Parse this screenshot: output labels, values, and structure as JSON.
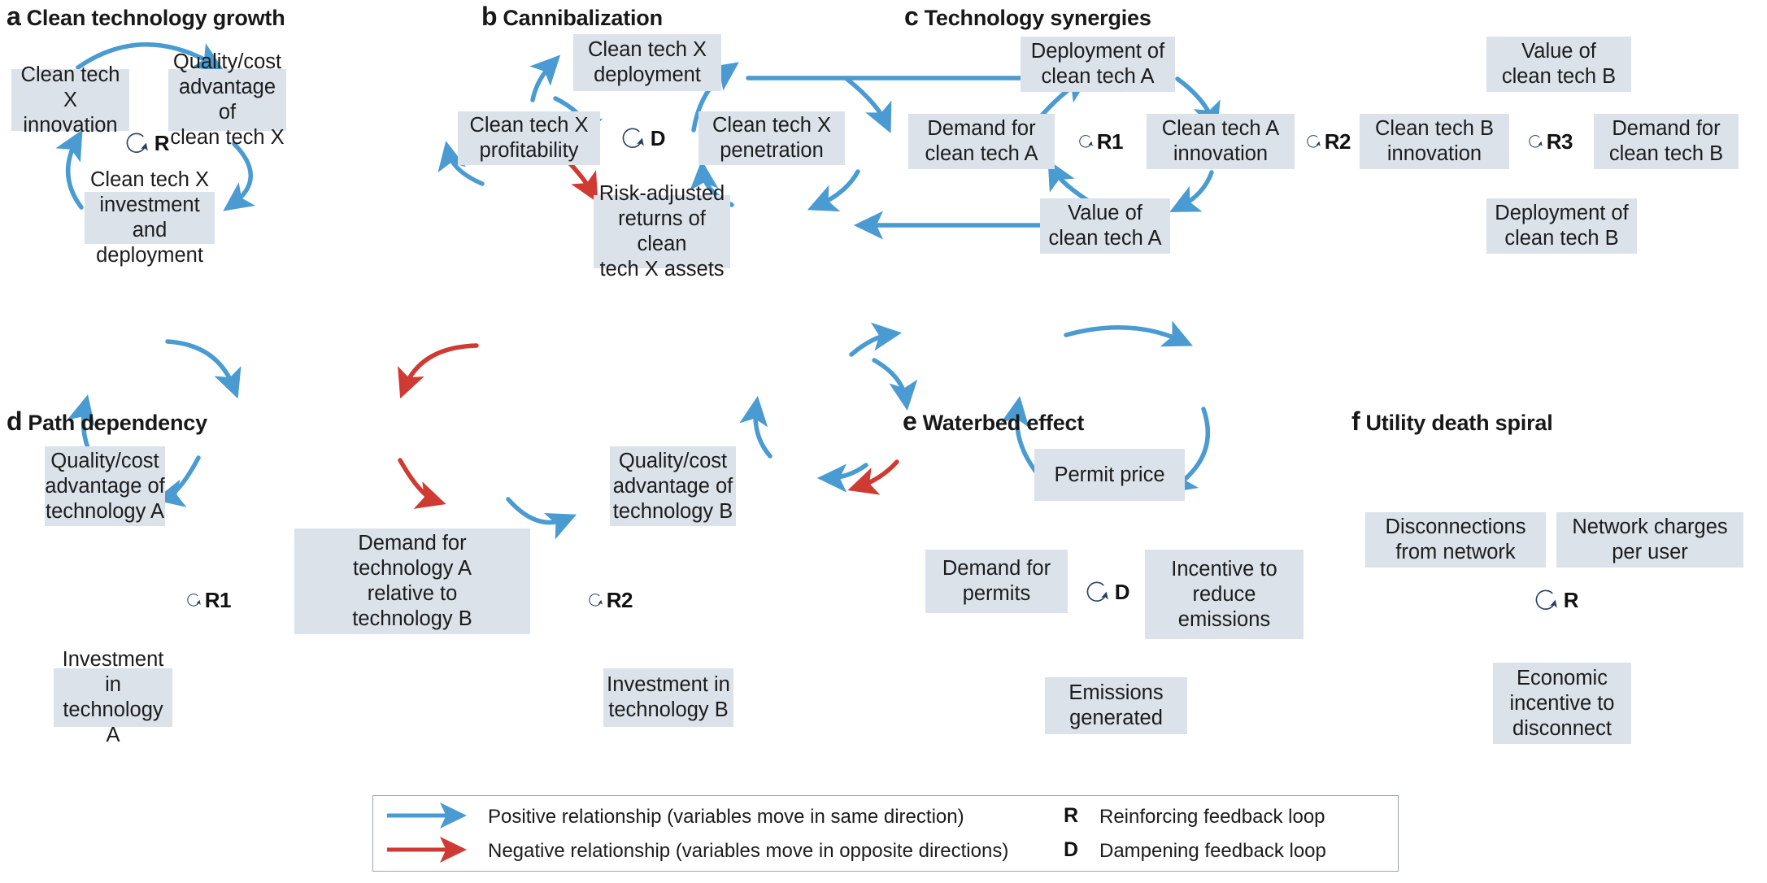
{
  "figure": {
    "panels": [
      {
        "letter": "a",
        "title": "Clean technology growth",
        "nodes": [
          {
            "id": "a1",
            "label": "Clean tech X\ninnovation"
          },
          {
            "id": "a2",
            "label": "Quality/cost\nadvantage of\nclean tech X"
          },
          {
            "id": "a3",
            "label": "Clean tech X\ninvestment and\ndeployment"
          }
        ],
        "loops": [
          {
            "id": "aR",
            "label": "R"
          }
        ],
        "links": [
          {
            "from": "a1",
            "to": "a2",
            "sign": "positive"
          },
          {
            "from": "a2",
            "to": "a3",
            "sign": "positive"
          },
          {
            "from": "a3",
            "to": "a1",
            "sign": "positive"
          }
        ]
      },
      {
        "letter": "b",
        "title": "Cannibalization",
        "nodes": [
          {
            "id": "b1",
            "label": "Clean tech X\ndeployment"
          },
          {
            "id": "b2",
            "label": "Clean tech X\npenetration"
          },
          {
            "id": "b3",
            "label": "Risk-adjusted\nreturns of clean\ntech X assets"
          },
          {
            "id": "b4",
            "label": "Clean tech X\nprofitability"
          }
        ],
        "loops": [
          {
            "id": "bD",
            "label": "D"
          }
        ],
        "links": [
          {
            "from": "b1",
            "to": "b2",
            "sign": "positive"
          },
          {
            "from": "b2",
            "to": "b3",
            "sign": "negative"
          },
          {
            "from": "b3",
            "to": "b4",
            "sign": "positive"
          },
          {
            "from": "b4",
            "to": "b1",
            "sign": "positive"
          }
        ]
      },
      {
        "letter": "c",
        "title": "Technology synergies",
        "nodes": [
          {
            "id": "c1",
            "label": "Deployment of\nclean tech A"
          },
          {
            "id": "c2",
            "label": "Value of\nclean tech B"
          },
          {
            "id": "c3",
            "label": "Demand for\nclean tech A"
          },
          {
            "id": "c4",
            "label": "Clean tech A\ninnovation"
          },
          {
            "id": "c5",
            "label": "Clean tech B\ninnovation"
          },
          {
            "id": "c6",
            "label": "Demand for\nclean tech B"
          },
          {
            "id": "c7",
            "label": "Value of\nclean tech A"
          },
          {
            "id": "c8",
            "label": "Deployment of\nclean tech B"
          }
        ],
        "loops": [
          {
            "id": "cR1",
            "label": "R1"
          },
          {
            "id": "cR2",
            "label": "R2"
          },
          {
            "id": "cR3",
            "label": "R3"
          }
        ],
        "links": [
          {
            "from": "c1",
            "to": "c2",
            "sign": "positive"
          },
          {
            "from": "c1",
            "to": "c4",
            "sign": "positive"
          },
          {
            "from": "c4",
            "to": "c7",
            "sign": "positive"
          },
          {
            "from": "c7",
            "to": "c3",
            "sign": "positive"
          },
          {
            "from": "c3",
            "to": "c1",
            "sign": "positive"
          },
          {
            "from": "c5",
            "to": "c2",
            "sign": "positive"
          },
          {
            "from": "c2",
            "to": "c6",
            "sign": "positive"
          },
          {
            "from": "c6",
            "to": "c8",
            "sign": "positive"
          },
          {
            "from": "c8",
            "to": "c5",
            "sign": "positive"
          },
          {
            "from": "c8",
            "to": "c7",
            "sign": "positive"
          }
        ]
      },
      {
        "letter": "d",
        "title": "Path dependency",
        "nodes": [
          {
            "id": "d1",
            "label": "Quality/cost\nadvantage of\ntechnology A"
          },
          {
            "id": "d2",
            "label": "Quality/cost\nadvantage of\ntechnology B"
          },
          {
            "id": "d3",
            "label": "Demand for\ntechnology A\nrelative to\ntechnology B"
          },
          {
            "id": "d4",
            "label": "Investment in\ntechnology A"
          },
          {
            "id": "d5",
            "label": "Investment in\ntechnology B"
          }
        ],
        "loops": [
          {
            "id": "dR1",
            "label": "R1"
          },
          {
            "id": "dR2",
            "label": "R2"
          }
        ],
        "links": [
          {
            "from": "d1",
            "to": "d3",
            "sign": "positive"
          },
          {
            "from": "d3",
            "to": "d4",
            "sign": "positive"
          },
          {
            "from": "d4",
            "to": "d1",
            "sign": "positive"
          },
          {
            "from": "d2",
            "to": "d3",
            "sign": "negative"
          },
          {
            "from": "d3",
            "to": "d5",
            "sign": "negative"
          },
          {
            "from": "d5",
            "to": "d2",
            "sign": "positive"
          }
        ]
      },
      {
        "letter": "e",
        "title": "Waterbed effect",
        "nodes": [
          {
            "id": "e1",
            "label": "Permit price"
          },
          {
            "id": "e2",
            "label": "Incentive to\nreduce\nemissions"
          },
          {
            "id": "e3",
            "label": "Emissions\ngenerated"
          },
          {
            "id": "e4",
            "label": "Demand for\npermits"
          }
        ],
        "loops": [
          {
            "id": "eD",
            "label": "D"
          }
        ],
        "links": [
          {
            "from": "e1",
            "to": "e2",
            "sign": "positive"
          },
          {
            "from": "e2",
            "to": "e3",
            "sign": "negative"
          },
          {
            "from": "e3",
            "to": "e4",
            "sign": "positive"
          },
          {
            "from": "e4",
            "to": "e1",
            "sign": "positive"
          }
        ]
      },
      {
        "letter": "f",
        "title": "Utility death spiral",
        "nodes": [
          {
            "id": "f1",
            "label": "Disconnections\nfrom network"
          },
          {
            "id": "f2",
            "label": "Network charges\nper user"
          },
          {
            "id": "f3",
            "label": "Economic\nincentive to\ndisconnect"
          }
        ],
        "loops": [
          {
            "id": "fR",
            "label": "R"
          }
        ],
        "links": [
          {
            "from": "f1",
            "to": "f2",
            "sign": "positive"
          },
          {
            "from": "f2",
            "to": "f3",
            "sign": "positive"
          },
          {
            "from": "f3",
            "to": "f1",
            "sign": "positive"
          }
        ]
      }
    ],
    "legend": {
      "positive": "Positive relationship (variables move in same direction)",
      "negative": "Negative relationship (variables move in opposite directions)",
      "reinforcing_symbol": "R",
      "reinforcing": "Reinforcing feedback loop",
      "dampening_symbol": "D",
      "dampening": "Dampening feedback loop"
    },
    "colors": {
      "positive": "#4a9bd1",
      "negative": "#cf3b33",
      "box_fill": "#dbe2ea",
      "loop_stroke": "#2a3f5f",
      "text": "#1c1c1c"
    }
  }
}
